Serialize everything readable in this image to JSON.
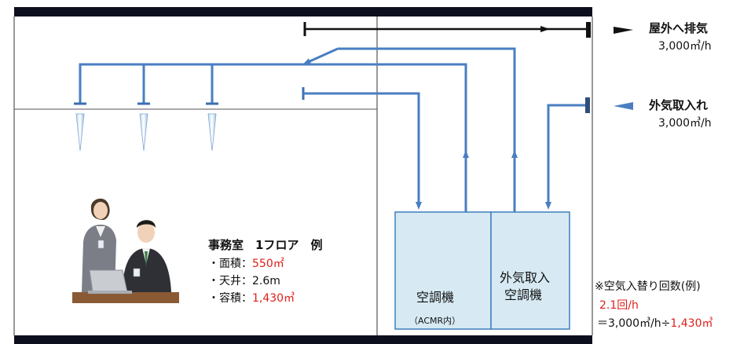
{
  "exhaust": {
    "label": "屋外へ排気",
    "flow": "3,000㎥/h"
  },
  "intake": {
    "label": "外気取入れ",
    "flow": "3,000㎥/h"
  },
  "office": {
    "title": "事務室　1フロア　例",
    "area_label": "・面積：",
    "area_value": "550㎡",
    "ceiling_label": "・天井：",
    "ceiling_value": "2.6m",
    "volume_label": "・容積：",
    "volume_value": "1,430㎥"
  },
  "units": {
    "acmr_name": "空調機",
    "acmr_note": "（ACMR内）",
    "oa_line1": "外気取入",
    "oa_line2": "空調機"
  },
  "air_change": {
    "title": "※空気入替り回数(例)",
    "rate": "2.1回/h",
    "formula_prefix": "＝3,000㎥/h÷",
    "formula_value": "1,430㎥"
  },
  "colors": {
    "duct": "#4a7ec2",
    "unit_fill": "#d7eaf3",
    "unit_border": "#3f7fbd",
    "slab": "#0d0f1e",
    "accent_red": "#e0201b"
  },
  "icons": {
    "exhaust_arrow": "black-triangle-arrow-icon",
    "intake_arrow": "blue-triangle-arrow-icon",
    "diffuser": "ceiling-diffuser-icon",
    "people": "office-workers-illustration"
  }
}
